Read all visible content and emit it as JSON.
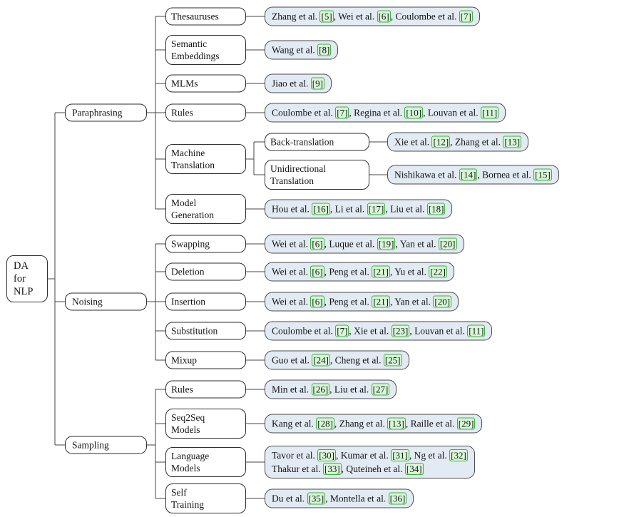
{
  "figure": {
    "root": {
      "label": "DA\nfor\nNLP"
    },
    "branches": [
      {
        "label": "Paraphrasing",
        "children": [
          {
            "label": "Thesauruses",
            "cite": [
              [
                {
                  "t": "Zhang et al. ",
                  "n": "5"
                },
                {
                  "t": ", Wei et al. ",
                  "n": "6"
                },
                {
                  "t": ", Coulombe et al. ",
                  "n": "7"
                }
              ]
            ]
          },
          {
            "label": "Semantic\nEmbeddings",
            "cite": [
              [
                {
                  "t": "Wang et al. ",
                  "n": "8"
                }
              ]
            ]
          },
          {
            "label": "MLMs",
            "cite": [
              [
                {
                  "t": "Jiao et al. ",
                  "n": "9"
                }
              ]
            ]
          },
          {
            "label": "Rules",
            "cite": [
              [
                {
                  "t": "Coulombe et al. ",
                  "n": "7"
                },
                {
                  "t": ", Regina et al. ",
                  "n": "10"
                },
                {
                  "t": ", Louvan et al. ",
                  "n": "11"
                }
              ]
            ]
          },
          {
            "label": "Machine\nTranslation",
            "children": [
              {
                "label": "Back-translation",
                "cite": [
                  [
                    {
                      "t": "Xie et al. ",
                      "n": "12"
                    },
                    {
                      "t": ", Zhang et al. ",
                      "n": "13"
                    }
                  ]
                ]
              },
              {
                "label": "Unidirectional\nTranslation",
                "cite": [
                  [
                    {
                      "t": "Nishikawa et al. ",
                      "n": "14"
                    },
                    {
                      "t": ", Bornea et al. ",
                      "n": "15"
                    }
                  ]
                ]
              }
            ]
          },
          {
            "label": "Model\nGeneration",
            "cite": [
              [
                {
                  "t": "Hou et al. ",
                  "n": "16"
                },
                {
                  "t": ", Li et al. ",
                  "n": "17"
                },
                {
                  "t": ", Liu et al. ",
                  "n": "18"
                }
              ]
            ]
          }
        ]
      },
      {
        "label": "Noising",
        "children": [
          {
            "label": "Swapping",
            "cite": [
              [
                {
                  "t": "Wei et al. ",
                  "n": "6"
                },
                {
                  "t": ", Luque et al. ",
                  "n": "19"
                },
                {
                  "t": ", Yan et al. ",
                  "n": "20"
                }
              ]
            ]
          },
          {
            "label": "Deletion",
            "cite": [
              [
                {
                  "t": "Wei et al. ",
                  "n": "6"
                },
                {
                  "t": ", Peng et al. ",
                  "n": "21"
                },
                {
                  "t": ", Yu et al. ",
                  "n": "22"
                }
              ]
            ]
          },
          {
            "label": "Insertion",
            "cite": [
              [
                {
                  "t": "Wei et al. ",
                  "n": "6"
                },
                {
                  "t": ", Peng et al. ",
                  "n": "21"
                },
                {
                  "t": ", Yan et al. ",
                  "n": "20"
                }
              ]
            ]
          },
          {
            "label": "Substitution",
            "cite": [
              [
                {
                  "t": "Coulombe et al. ",
                  "n": "7"
                },
                {
                  "t": ", Xie et al. ",
                  "n": "23"
                },
                {
                  "t": ", Louvan et al. ",
                  "n": "11"
                }
              ]
            ]
          },
          {
            "label": "Mixup",
            "cite": [
              [
                {
                  "t": "Guo et al. ",
                  "n": "24"
                },
                {
                  "t": ", Cheng et al. ",
                  "n": "25"
                }
              ]
            ]
          }
        ]
      },
      {
        "label": "Sampling",
        "children": [
          {
            "label": "Rules",
            "cite": [
              [
                {
                  "t": "Min et al. ",
                  "n": "26"
                },
                {
                  "t": ", Liu et al. ",
                  "n": "27"
                }
              ]
            ]
          },
          {
            "label": "Seq2Seq\nModels",
            "cite": [
              [
                {
                  "t": "Kang et al. ",
                  "n": "28"
                },
                {
                  "t": ", Zhang et al. ",
                  "n": "13"
                },
                {
                  "t": ", Raille et al. ",
                  "n": "29"
                }
              ]
            ]
          },
          {
            "label": "Language\nModels",
            "cite": [
              [
                {
                  "t": "Tavor et al. ",
                  "n": "30"
                },
                {
                  "t": ", Kumar et al. ",
                  "n": "31"
                },
                {
                  "t": ", Ng et al. ",
                  "n": "32"
                }
              ],
              [
                {
                  "t": "Thakur et al. ",
                  "n": "33"
                },
                {
                  "t": ", Quteineh et al. ",
                  "n": "34"
                }
              ]
            ]
          },
          {
            "label": "Self\nTraining",
            "cite": [
              [
                {
                  "t": "Du et al. ",
                  "n": "35"
                },
                {
                  "t": ", Montella et al. ",
                  "n": "36"
                }
              ]
            ]
          }
        ]
      }
    ],
    "colors": {
      "citation_fill": "#e2eaf3",
      "ref_border": "#3db23d",
      "ref_fill": "#d8f6d8",
      "line": "#444444"
    }
  }
}
